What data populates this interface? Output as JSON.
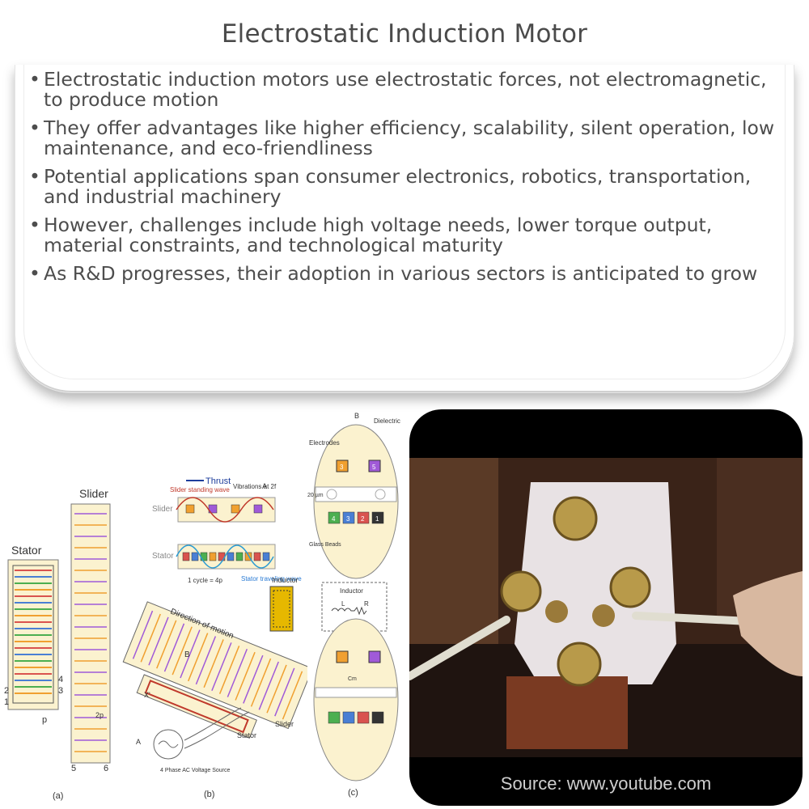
{
  "title": "Electrostatic Induction Motor",
  "bullets": [
    "Electrostatic induction motors use electrostatic forces, not electromagnetic, to produce motion",
    "They offer advantages like higher efficiency, scalability, silent operation, low maintenance, and eco-friendliness",
    "Potential applications span consumer electronics, robotics, transportation, and industrial machinery",
    "However, challenges include high voltage needs, lower torque output, material constraints, and technological maturity",
    "As R&D progresses, their adoption in various sectors is anticipated to grow"
  ],
  "figure_a": {
    "stator_label": "Stator",
    "slider_label": "Slider",
    "caption": "(a)",
    "numbers": [
      "1",
      "2",
      "3",
      "4",
      "5",
      "6"
    ],
    "p_label": "p",
    "two_p_label": "2p"
  },
  "figure_b": {
    "caption": "(b)",
    "thrust_label": "Thrust",
    "vibrations_label": "Vibrations at 2f",
    "a_label": "A",
    "slider_label": "Slider",
    "stator_label": "Stator",
    "slider_wave_label": "Slider standing wave",
    "stator_wave_label": "Stator traveling wave",
    "cycle_label": "1 cycle = 4p",
    "direction_label": "Direction of motion",
    "inductor_label": "Inductor",
    "b_label": "B",
    "x_label": "X'",
    "a2_label": "A",
    "phase_label": "4 Phase AC Voltage Source",
    "stator2_label": "Stator",
    "slider2_label": "Slider"
  },
  "figure_c": {
    "caption": "(c)",
    "b_label": "B",
    "electrodes_label": "Electrodes",
    "dielectric_label": "Dielectric Fluid",
    "gap_label": "20 µm",
    "beads_label": "Glass Beads",
    "electrode_numbers_top": [
      "3",
      "5"
    ],
    "electrode_numbers_bottom": [
      "4",
      "3",
      "2",
      "1"
    ],
    "inductor_label": "Inductor",
    "l_label": "L",
    "r_label": "R",
    "cm_label": "Cm"
  },
  "photo": {
    "source": "Source: www.youtube.com"
  },
  "colors": {
    "title": "#4a4a4a",
    "text": "#4d4d4d",
    "figure_bg": "#fbf2cf",
    "stripe_red": "#d9534f",
    "stripe_blue": "#4a7fd4",
    "stripe_green": "#4caf50",
    "stripe_orange": "#f0a030",
    "stripe_purple": "#a05ad8"
  }
}
